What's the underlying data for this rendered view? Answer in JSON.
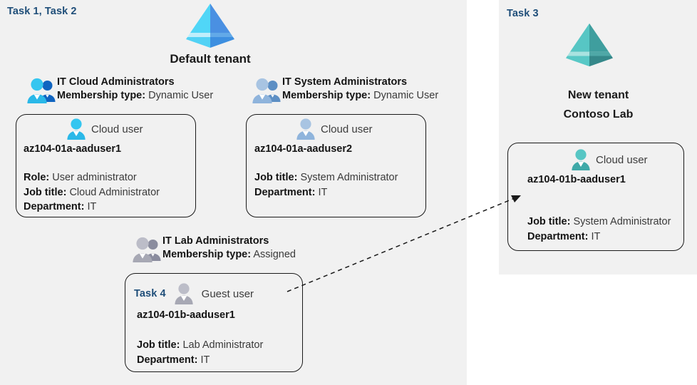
{
  "panels": {
    "left": {
      "task_label": "Task 1, Task 2"
    },
    "right": {
      "task_label": "Task 3"
    }
  },
  "tenants": [
    {
      "id": "default-tenant",
      "icon": "azure-ad-tenant-icon",
      "caption_line1": "Default tenant",
      "caption_line2": "",
      "color": "#32b7ef"
    },
    {
      "id": "new-tenant",
      "icon": "azure-ad-tenant-icon",
      "caption_line1": "New  tenant",
      "caption_line2": "Contoso Lab",
      "color": "#53bdbb"
    }
  ],
  "groups": [
    {
      "id": "it-cloud-administrators",
      "icon": "users-group-icon",
      "title": "IT Cloud Administrators",
      "membership_label": "Membership type:",
      "membership_value": "Dynamic User"
    },
    {
      "id": "it-system-administrators",
      "icon": "users-group-icon",
      "title": "IT System Administrators",
      "membership_label": "Membership type:",
      "membership_value": "Dynamic User"
    },
    {
      "id": "it-lab-administrators",
      "icon": "users-group-icon",
      "title": "IT Lab Administrators",
      "membership_label": "Membership type:",
      "membership_value": "Assigned"
    }
  ],
  "users": [
    {
      "id": "az104-01a-aaduser1",
      "task_label": "",
      "icon": "cloud-user-icon",
      "user_type": "Cloud user",
      "name": "az104-01a-aaduser1",
      "attrs": [
        {
          "label": "Role:",
          "value": "User administrator"
        },
        {
          "label": "Job title:",
          "value": "Cloud Administrator"
        },
        {
          "label": "Department:",
          "value": "IT"
        }
      ]
    },
    {
      "id": "az104-01a-aaduser2",
      "task_label": "",
      "icon": "cloud-user-icon",
      "user_type": "Cloud user",
      "name": "az104-01a-aaduser2",
      "attrs": [
        {
          "label": "Job title:",
          "value": "System Administrator"
        },
        {
          "label": "Department:",
          "value": "IT"
        }
      ]
    },
    {
      "id": "az104-01b-aaduser1-guest",
      "task_label": "Task 4",
      "icon": "guest-user-icon",
      "user_type": "Guest user",
      "name": "az104-01b-aaduser1",
      "attrs": [
        {
          "label": "Job title:",
          "value": "Lab Administrator"
        },
        {
          "label": "Department:",
          "value": "IT"
        }
      ]
    },
    {
      "id": "az104-01b-aaduser1-cloud",
      "task_label": "",
      "icon": "cloud-user-icon",
      "user_type": "Cloud user",
      "name": "az104-01b-aaduser1",
      "attrs": [
        {
          "label": "Job title:",
          "value": "System Administrator"
        },
        {
          "label": "Department:",
          "value": "IT"
        }
      ]
    }
  ],
  "connector": {
    "name": "guest-to-cloud-user-arrow",
    "style": "dashed",
    "from": "az104-01b-aaduser1-guest",
    "to": "az104-01b-aaduser1-cloud"
  },
  "colors": {
    "task_blue": "#1f4e79",
    "panel_bg": "#f1f1f1",
    "page_bg": "#ffffff",
    "stroke": "#1a1a1a",
    "cyan": "#32b7ef",
    "steel_blue": "#8fb4dc",
    "teal": "#53bdbb",
    "gray_user": "#a7a8b4"
  }
}
